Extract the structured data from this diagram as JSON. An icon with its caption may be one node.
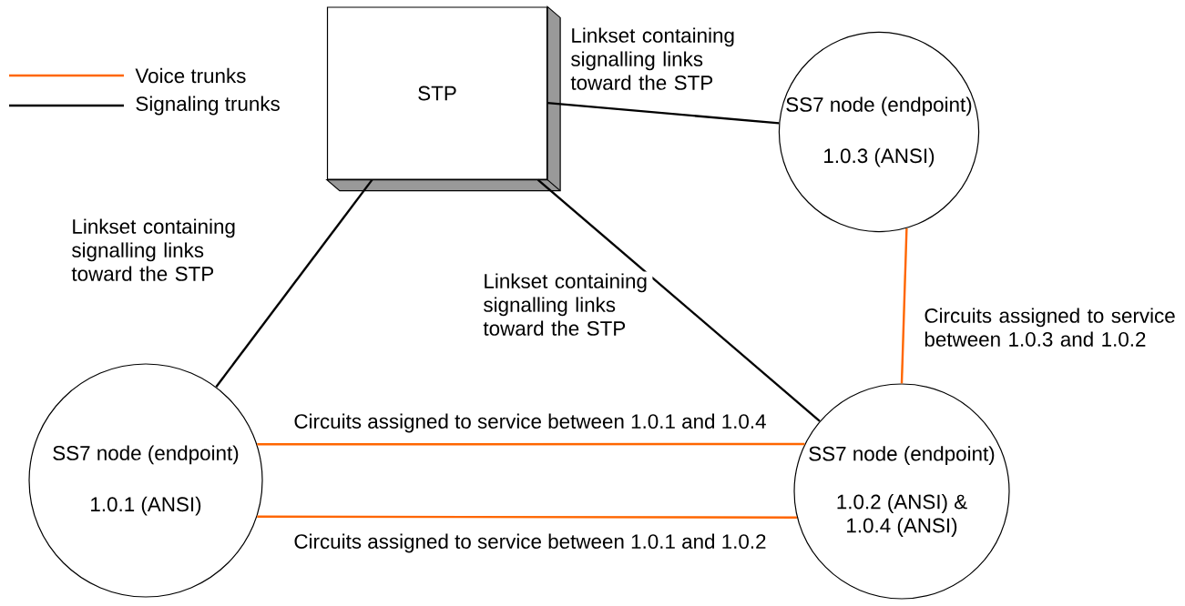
{
  "diagram": {
    "nodes": [
      {
        "text": [
          "STP"
        ]
      },
      {
        "text": [
          "SS7 node (endpoint)",
          "1.0.3 (ANSI)"
        ]
      },
      {
        "text": [
          "SS7 node (endpoint)",
          "1.0.1 (ANSI)"
        ]
      },
      {
        "text": [
          "SS7 node (endpoint)",
          "1.0.2 (ANSI) & 1.0.4 (ANSI)"
        ]
      }
    ],
    "edges": [
      {
        "from": 0,
        "to": 1,
        "arrow": "none",
        "label": "Linkset containing signalling links toward the STP",
        "color": "#000000"
      },
      {
        "from": 0,
        "to": 2,
        "arrow": "none",
        "label": "Linkset containing signalling links toward the STP",
        "color": "#000000"
      },
      {
        "from": 0,
        "to": 3,
        "arrow": "none",
        "label": "Linkset containing signalling links toward the STP",
        "color": "#000000"
      },
      {
        "from": 1,
        "to": 3,
        "arrow": "none",
        "label": "Circuits assigned to service between 1.0.3 and 1.0.2",
        "color": "#ff6600"
      },
      {
        "from": 2,
        "to": 3,
        "arrow": "none",
        "label": "Circuits assigned to service between 1.0.1 and 1.0.4",
        "color": "#ff6600"
      },
      {
        "from": 2,
        "to": 3,
        "arrow": "none",
        "label": "Circuits assigned to service between 1.0.1 and 1.0.2",
        "color": "#ff6600"
      }
    ],
    "legend": [
      {
        "text": "Voice trunks"
      },
      {
        "text": "Signaling trunks"
      }
    ]
  }
}
